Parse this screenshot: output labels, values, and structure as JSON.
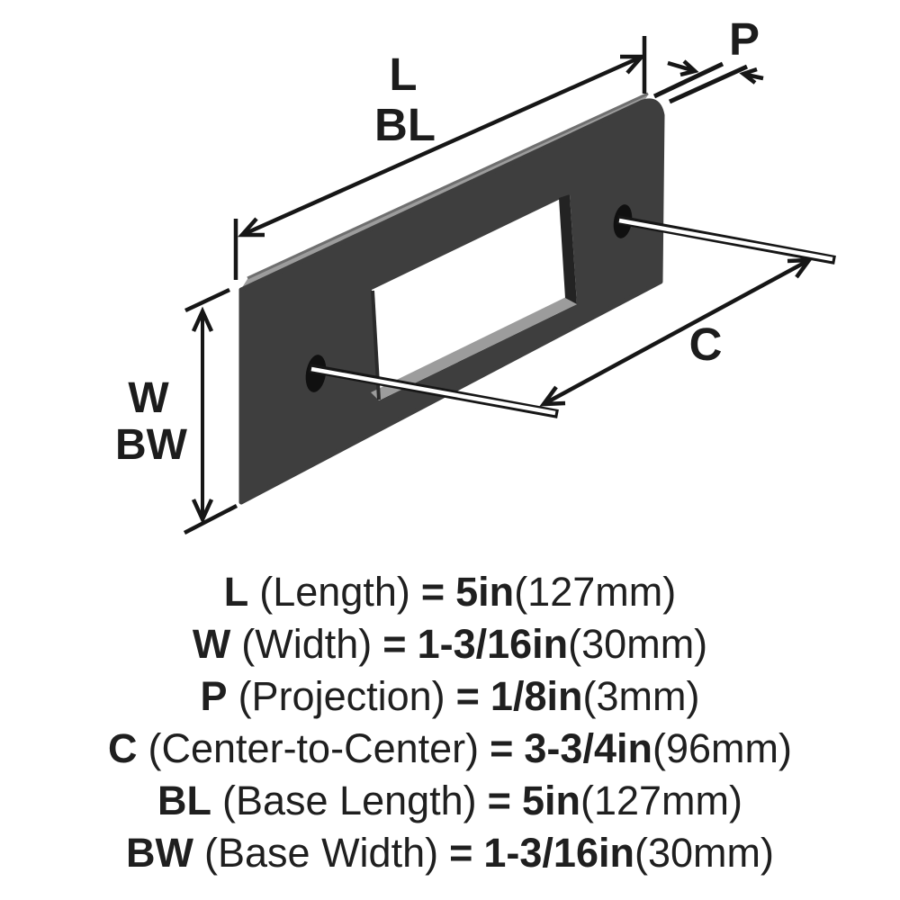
{
  "diagram": {
    "labels": {
      "length": "L",
      "base_length": "BL",
      "projection": "P",
      "center_to_center": "C",
      "width": "W",
      "base_width": "BW"
    },
    "colors": {
      "background": "#ffffff",
      "plate_face": "#3e3e3e",
      "plate_top": "#9c9c9c",
      "plate_far_edge": "#6f6f6f",
      "cutout_inner_dark": "#232323",
      "cutout_inner_bottom": "#9c9c9c",
      "hole": "#101010",
      "line": "#161616",
      "callout": "#ffffff",
      "text": "#1c1c1c"
    }
  },
  "spec_lines": [
    {
      "code": "L",
      "name": "(Length)",
      "eq": "=",
      "value": "5in",
      "metric": "(127mm)"
    },
    {
      "code": "W",
      "name": "(Width)",
      "eq": "=",
      "value": "1-3/16in",
      "metric": "(30mm)"
    },
    {
      "code": "P",
      "name": "(Projection)",
      "eq": "=",
      "value": "1/8in",
      "metric": "(3mm)"
    },
    {
      "code": "C",
      "name": "(Center-to-Center)",
      "eq": "=",
      "value": "3-3/4in",
      "metric": "(96mm)"
    },
    {
      "code": "BL",
      "name": "(Base Length)",
      "eq": "=",
      "value": "5in",
      "metric": "(127mm)"
    },
    {
      "code": "BW",
      "name": "(Base Width)",
      "eq": "=",
      "value": "1-3/16in",
      "metric": "(30mm)"
    }
  ]
}
